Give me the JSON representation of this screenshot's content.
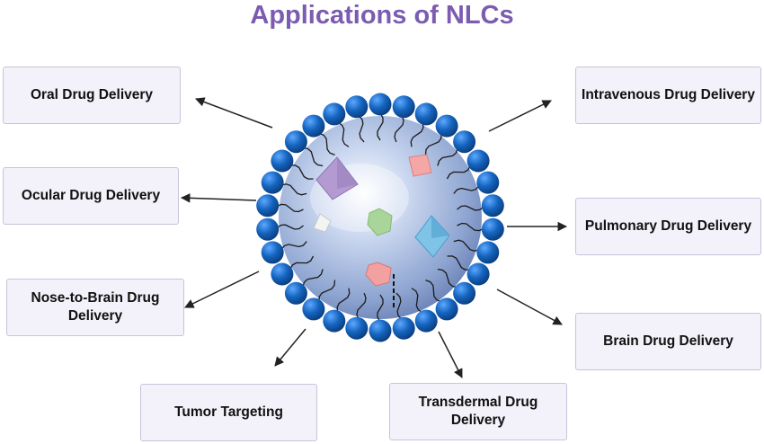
{
  "title": "Applications of NLCs",
  "applications": [
    {
      "label": "Oral Drug Delivery"
    },
    {
      "label": "Ocular Drug Delivery"
    },
    {
      "label": "Nose-to-Brain Drug Delivery"
    },
    {
      "label": "Tumor Targeting"
    },
    {
      "label": "Transdermal Drug Delivery"
    },
    {
      "label": "Brain Drug Delivery"
    },
    {
      "label": "Pulmonary Drug Delivery"
    },
    {
      "label": "Intravenous Drug Delivery"
    }
  ],
  "colors": {
    "title": "#7b5cb0",
    "box_fill": "#f3f1f9",
    "box_border": "#c9c3dc",
    "phospholipid_head": "#1565c0",
    "core": "#9fb6dc"
  }
}
